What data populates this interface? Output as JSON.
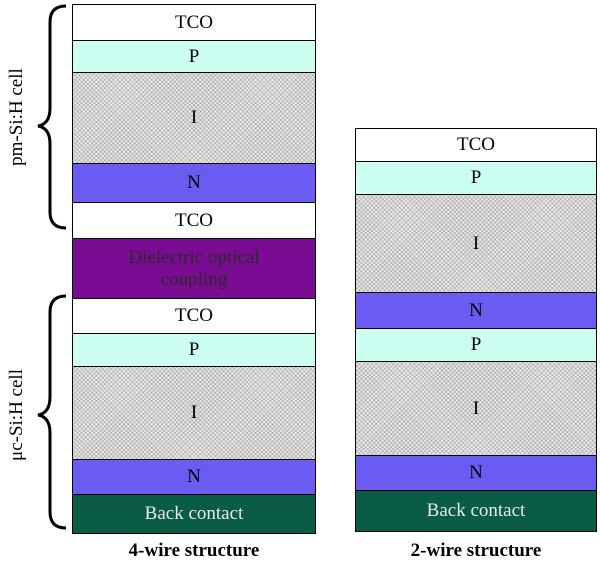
{
  "structures": [
    {
      "caption": "4-wire structure",
      "layers": [
        {
          "label": "TCO",
          "type": "tco"
        },
        {
          "label": "P",
          "type": "p"
        },
        {
          "label": "I",
          "type": "i"
        },
        {
          "label": "N",
          "type": "n"
        },
        {
          "label": "TCO",
          "type": "tco"
        },
        {
          "label": "Dielectric optical coupling",
          "type": "diel"
        },
        {
          "label": "TCO",
          "type": "tco"
        },
        {
          "label": "P",
          "type": "p"
        },
        {
          "label": "I",
          "type": "i"
        },
        {
          "label": "N",
          "type": "n"
        },
        {
          "label": "Back contact",
          "type": "back"
        }
      ]
    },
    {
      "caption": "2-wire structure",
      "layers": [
        {
          "label": "TCO",
          "type": "tco"
        },
        {
          "label": "P",
          "type": "p"
        },
        {
          "label": "I",
          "type": "i"
        },
        {
          "label": "N",
          "type": "n"
        },
        {
          "label": "P",
          "type": "p"
        },
        {
          "label": "I",
          "type": "i"
        },
        {
          "label": "N",
          "type": "n"
        },
        {
          "label": "Back contact",
          "type": "back"
        }
      ]
    }
  ],
  "cell_labels": {
    "top": "pm-Si:H cell",
    "bottom": "μc-Si:H cell"
  },
  "colors": {
    "tco": "#ffffff",
    "p": "#ccfff2",
    "i": "#e8e8e8",
    "n": "#6a5cf0",
    "dielectric": "#7a0c94",
    "back_contact": "#0a5c46"
  }
}
